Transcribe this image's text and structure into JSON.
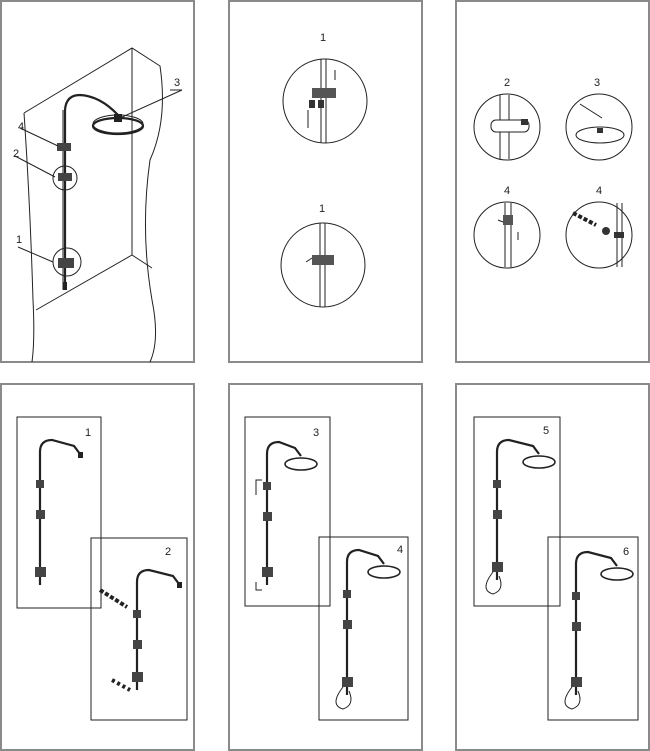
{
  "panels": {
    "overview": {
      "labels": [
        "1",
        "2",
        "3",
        "4"
      ]
    },
    "step1": {
      "labels": [
        "1",
        "1"
      ]
    },
    "step2": {
      "labels": [
        "2",
        "3",
        "4",
        "4"
      ]
    },
    "variant_a": {
      "labels": [
        "1",
        "2"
      ]
    },
    "variant_b": {
      "labels": [
        "3",
        "4"
      ]
    },
    "variant_c": {
      "labels": [
        "5",
        "6"
      ]
    }
  }
}
